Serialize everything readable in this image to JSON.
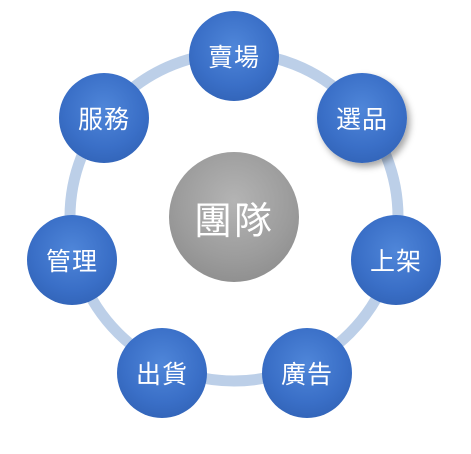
{
  "diagram": {
    "center": {
      "label": "團隊",
      "color": "#9e9e9e"
    },
    "ring_color": "#bccfe8",
    "node_color": "#3b6fc6",
    "nodes": [
      {
        "id": "sales-floor",
        "label": "賣場"
      },
      {
        "id": "selection",
        "label": "選品"
      },
      {
        "id": "listing",
        "label": "上架"
      },
      {
        "id": "advertising",
        "label": "廣告"
      },
      {
        "id": "shipping",
        "label": "出貨"
      },
      {
        "id": "management",
        "label": "管理"
      },
      {
        "id": "service",
        "label": "服務"
      }
    ]
  }
}
